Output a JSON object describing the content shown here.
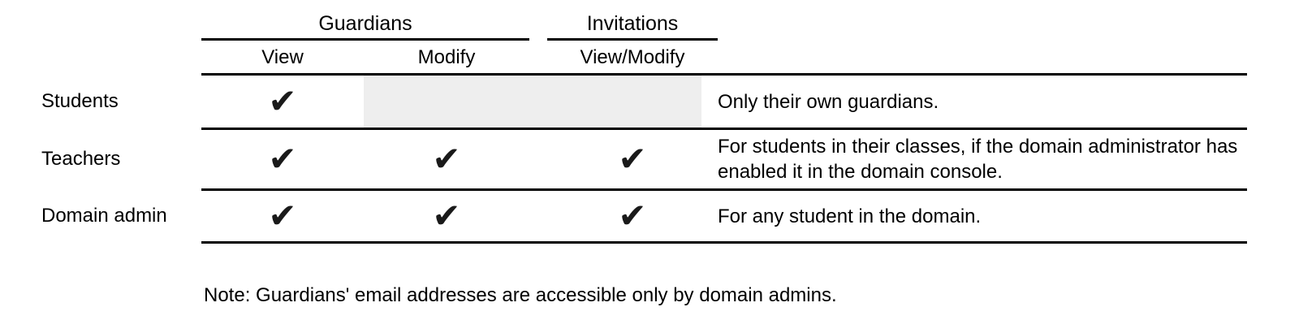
{
  "colors": {
    "background": "#ffffff",
    "text": "#000000",
    "rule": "#000000",
    "disabled_cell": "#eeeeee"
  },
  "icons": {
    "check": "✔"
  },
  "table": {
    "header": {
      "groups": [
        {
          "label": "Guardians",
          "columns": [
            "View",
            "Modify"
          ]
        },
        {
          "label": "Invitations",
          "columns": [
            "View/Modify"
          ]
        }
      ],
      "subcolumns": [
        "View",
        "Modify",
        "View/Modify"
      ]
    },
    "rows": [
      {
        "label": "Students",
        "permissions": {
          "view": true,
          "modify": false,
          "view_modify": false
        },
        "note": "Only their own guardians."
      },
      {
        "label": "Teachers",
        "permissions": {
          "view": true,
          "modify": true,
          "view_modify": true
        },
        "note": "For students in their classes, if the domain administrator has enabled it in the domain console."
      },
      {
        "label": "Domain admin",
        "permissions": {
          "view": true,
          "modify": true,
          "view_modify": true
        },
        "note": "For any student in the domain."
      }
    ]
  },
  "footnote": "Note: Guardians' email addresses are accessible only by domain admins."
}
